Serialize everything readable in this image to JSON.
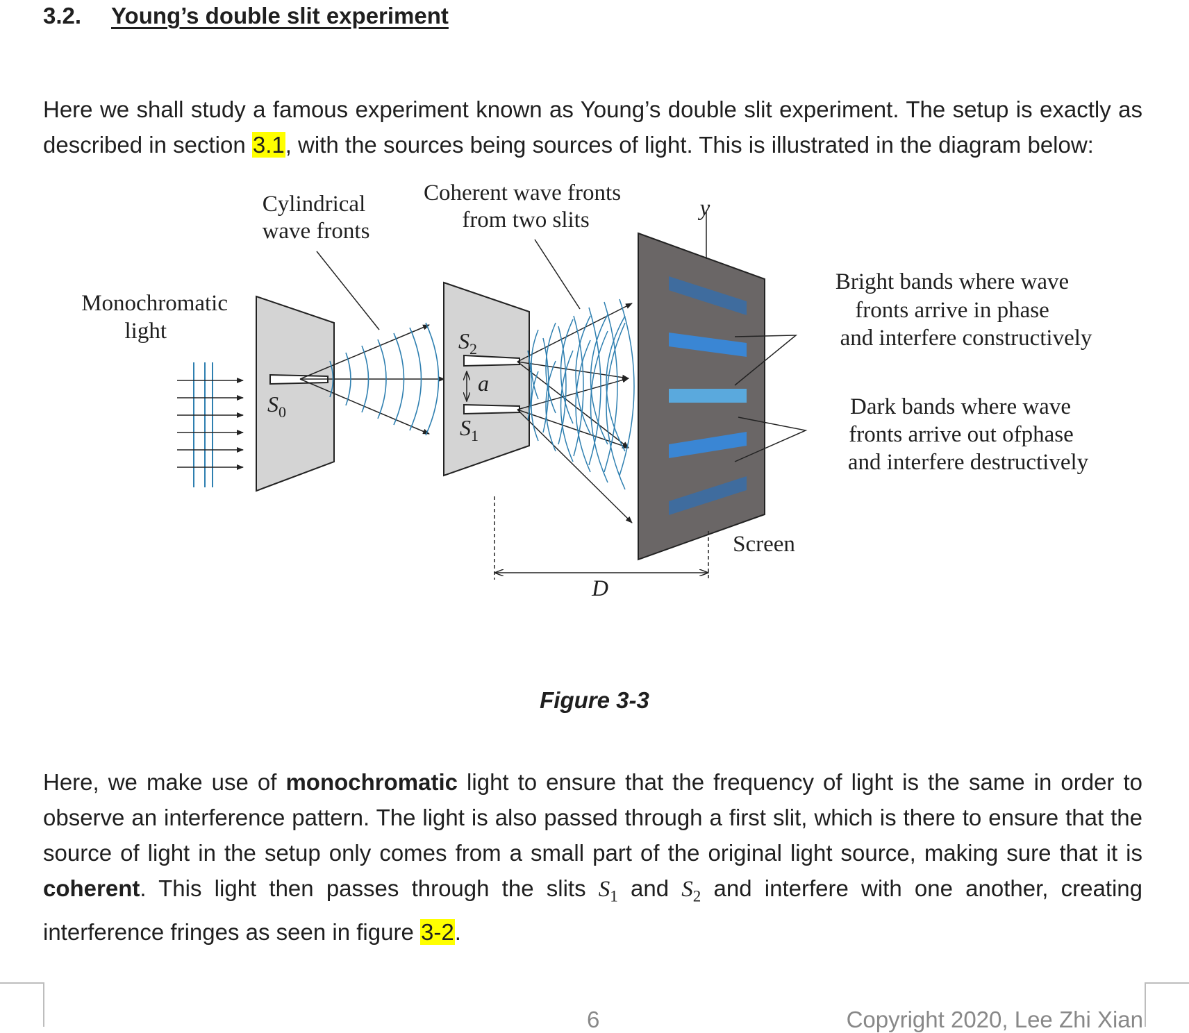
{
  "section": {
    "number": "3.2.",
    "title": "Young’s double slit experiment"
  },
  "intro": {
    "before": "Here we shall study a famous experiment known as Young’s double slit experiment. The setup is exactly as described in section ",
    "ref": "3.1",
    "after": ", with the sources being sources of light. This is illustrated in the diagram below:"
  },
  "figure": {
    "label_monochromatic": "Monochromatic",
    "label_light": "light",
    "label_cyl_1": "Cylindrical",
    "label_cyl_2": "wave fronts",
    "label_coh_1": "Coherent wave fronts",
    "label_coh_2": "from two slits",
    "label_y": "y",
    "label_s0": "S",
    "label_s0_sub": "0",
    "label_s1": "S",
    "label_s1_sub": "1",
    "label_s2": "S",
    "label_s2_sub": "2",
    "label_a": "a",
    "label_bright_1": "Bright bands where wave",
    "label_bright_2": "fronts arrive in phase",
    "label_bright_3": "and interfere constructively",
    "label_dark_1": "Dark bands where wave",
    "label_dark_2": "fronts arrive out ofphase",
    "label_dark_3": "and interfere destructively",
    "label_screen": "Screen",
    "label_D": "D",
    "colors": {
      "wave": "#2e7fb0",
      "slit_panel": "#d4d4d4",
      "screen": "#6a6666",
      "bright_band": "#3a86d4",
      "dark_band": "#3f6c9e",
      "central_band": "#5aa9dd"
    }
  },
  "caption": "Figure 3-3",
  "body": {
    "t1": "Here, we make use of ",
    "b1": "monochromatic",
    "t2": " light to ensure that the frequency of light is the same in order to observe an interference pattern. The light is also passed through a first slit, which is there to ensure that the source of light in the setup only comes from a small part of the original light source, making sure that it is ",
    "b2": "coherent",
    "t3": ". This light then passes through the slits ",
    "s1": "S",
    "s1_sub": "1",
    "t4": " and ",
    "s2": "S",
    "s2_sub": "2",
    "t5": " and interfere with one another, creating interference fringes as seen in figure ",
    "ref": "3-2",
    "t6": "."
  },
  "footer": {
    "page_number": "6",
    "copyright": "Copyright 2020, Lee Zhi Xian"
  }
}
